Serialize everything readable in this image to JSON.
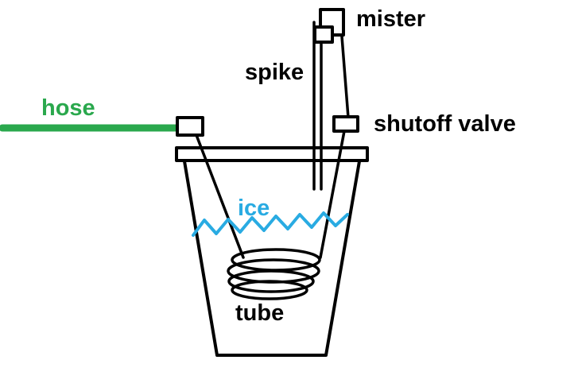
{
  "labels": {
    "mister": "mister",
    "spike": "spike",
    "hose": "hose",
    "shutoff_valve": "shutoff valve",
    "ice": "ice",
    "tube": "tube"
  },
  "colors": {
    "line": "#000000",
    "hose": "#2aa84d",
    "ice": "#29abe2",
    "background": "#ffffff"
  }
}
